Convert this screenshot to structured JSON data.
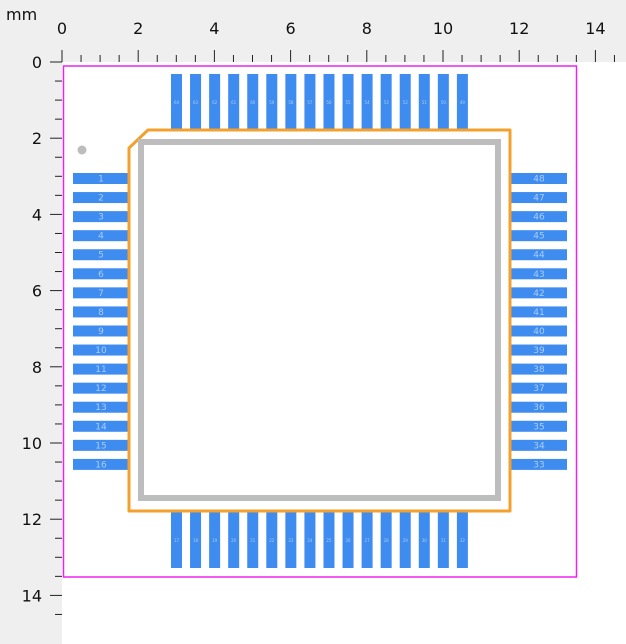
{
  "ruler": {
    "unit_label": "mm",
    "x_labels": [
      "0",
      "2",
      "4",
      "6",
      "8",
      "10",
      "12",
      "14"
    ],
    "y_labels": [
      "0",
      "2",
      "4",
      "6",
      "8",
      "10",
      "12",
      "14"
    ]
  },
  "footprint": {
    "pins_left": [
      "1",
      "2",
      "3",
      "4",
      "5",
      "6",
      "7",
      "8",
      "9",
      "10",
      "11",
      "12",
      "13",
      "14",
      "15",
      "16"
    ],
    "pins_right": [
      "48",
      "47",
      "46",
      "45",
      "44",
      "43",
      "42",
      "41",
      "40",
      "39",
      "38",
      "37",
      "36",
      "35",
      "34",
      "33"
    ],
    "pins_top": [
      "64",
      "63",
      "62",
      "61",
      "60",
      "59",
      "58",
      "57",
      "56",
      "55",
      "54",
      "53",
      "52",
      "51",
      "50",
      "49"
    ],
    "pins_bottom": [
      "17",
      "18",
      "19",
      "20",
      "21",
      "22",
      "23",
      "24",
      "25",
      "26",
      "27",
      "28",
      "29",
      "30",
      "31",
      "32"
    ]
  },
  "colors": {
    "ruler_bg": "#efefef",
    "pad": "#3f8cf0",
    "pad_text": "#a9cdfb",
    "silkscreen": "#f3a02e",
    "body_outline": "#bdbdbd",
    "courtyard": "#ee22ee",
    "pin1_marker": "#bdbdbd"
  }
}
